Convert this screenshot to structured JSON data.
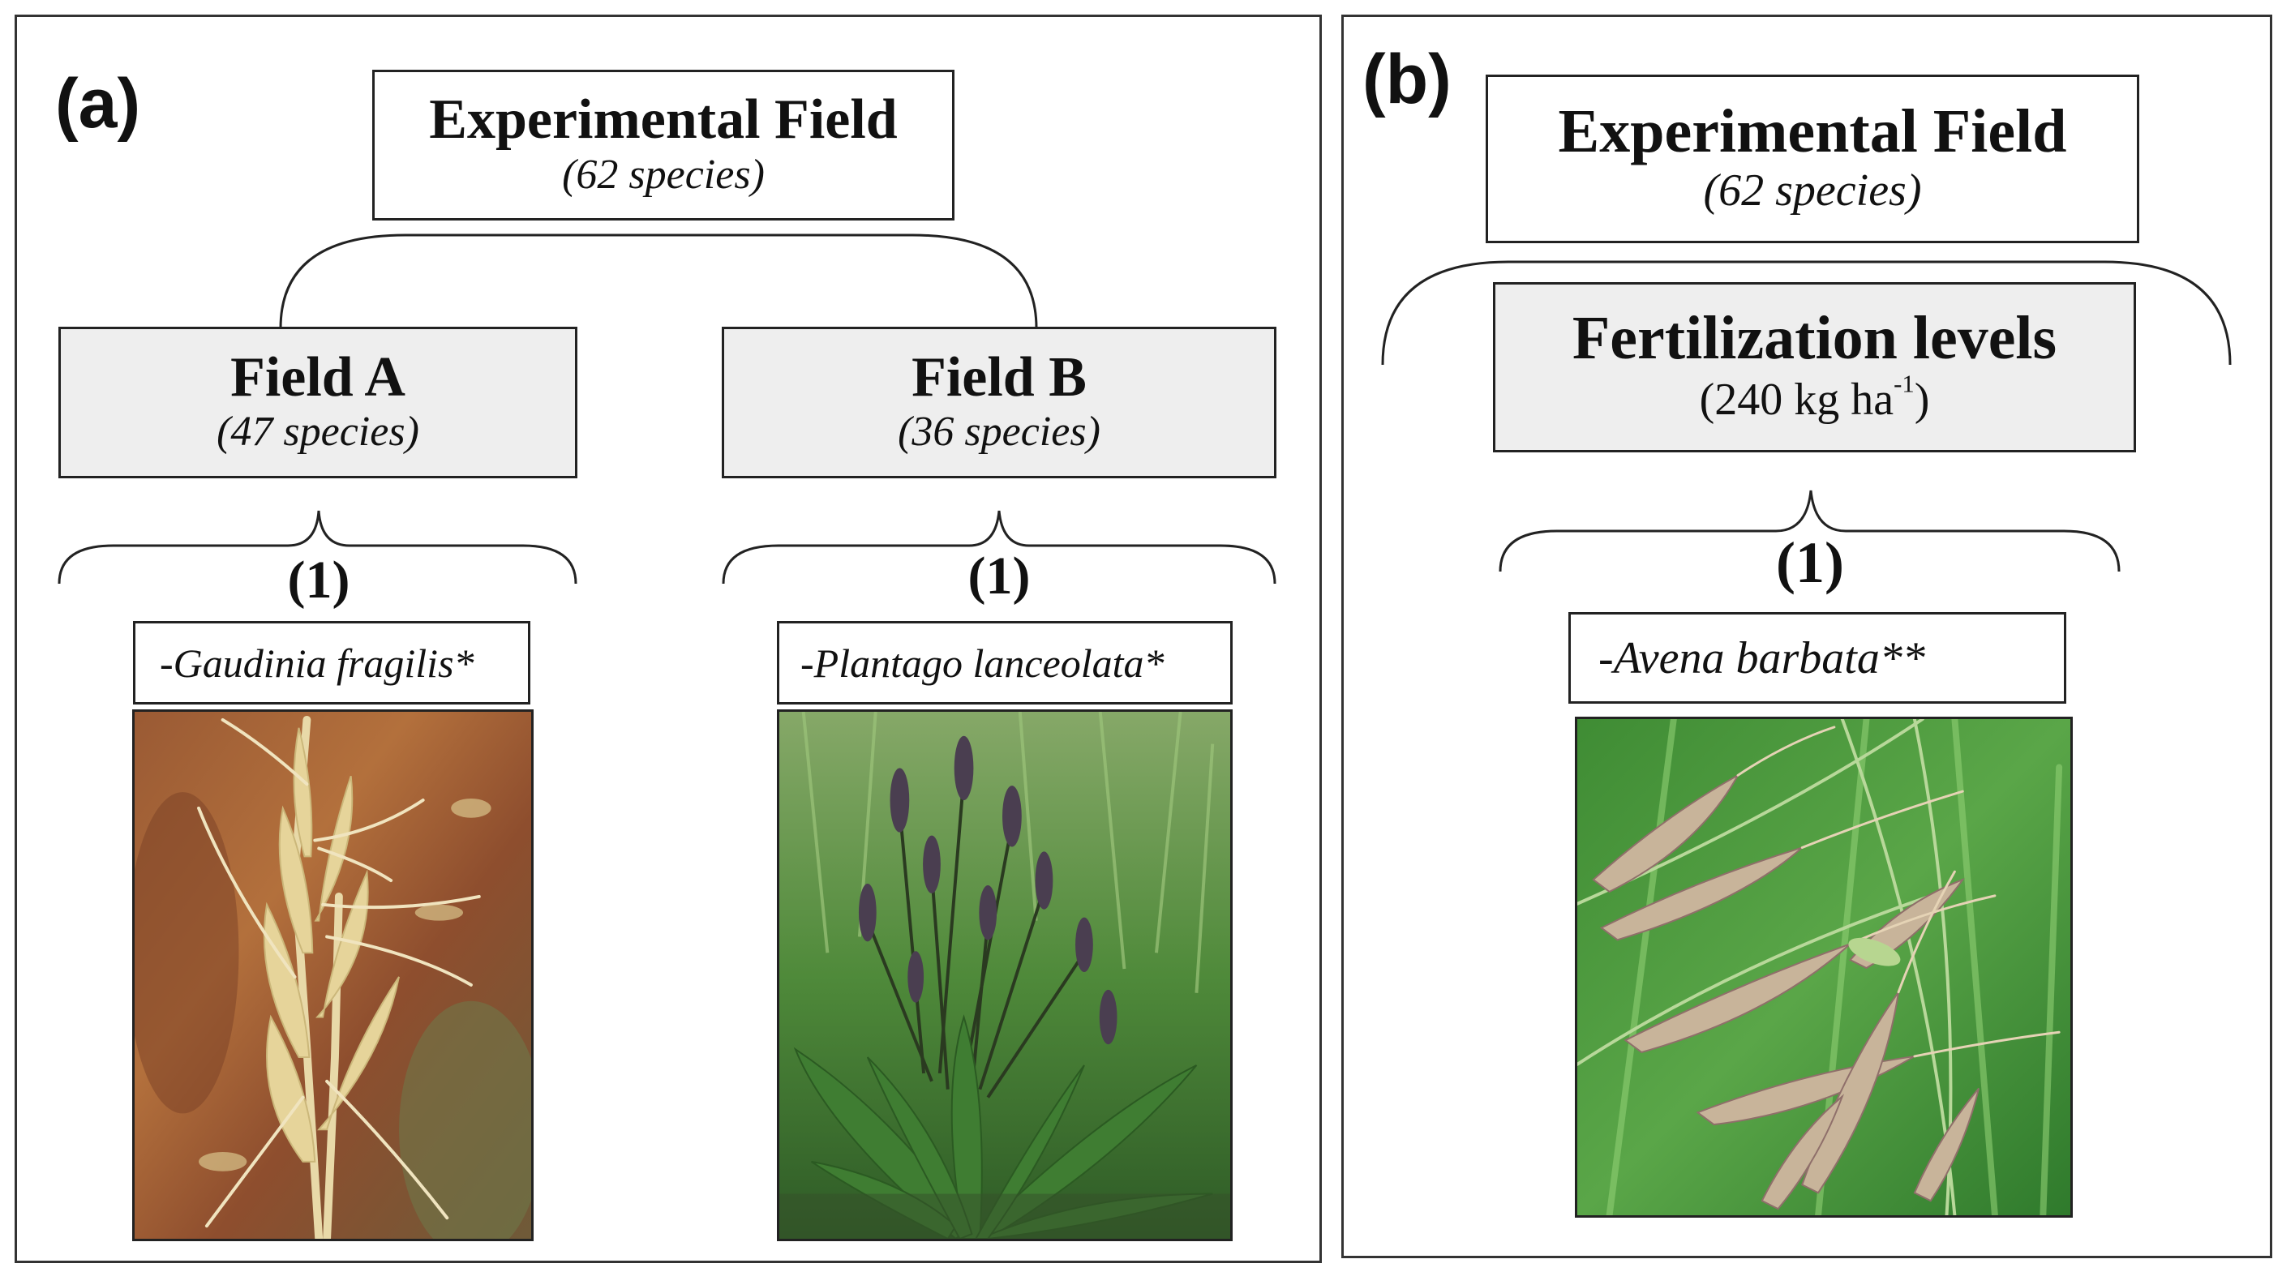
{
  "panel_a": {
    "label": "(a)",
    "root": {
      "title": "Experimental Field",
      "subtitle": "(62 species)"
    },
    "field_a": {
      "title": "Field A",
      "subtitle": "(47 species)",
      "count": "(1)",
      "species": "-Gaudinia fragilis*"
    },
    "field_b": {
      "title": "Field B",
      "subtitle": "(36 species)",
      "count": "(1)",
      "species": "-Plantago lanceolata*"
    }
  },
  "panel_b": {
    "label": "(b)",
    "root": {
      "title": "Experimental Field",
      "subtitle": "(62 species)"
    },
    "fert": {
      "title": "Fertilization levels",
      "subtitle_value": "(240 kg ha",
      "subtitle_exp": "-1",
      "subtitle_end": ")"
    },
    "count": "(1)",
    "species": "-Avena barbata**"
  },
  "colors": {
    "border": "#222222",
    "grey_box": "#eeeeee",
    "background": "#ffffff"
  }
}
